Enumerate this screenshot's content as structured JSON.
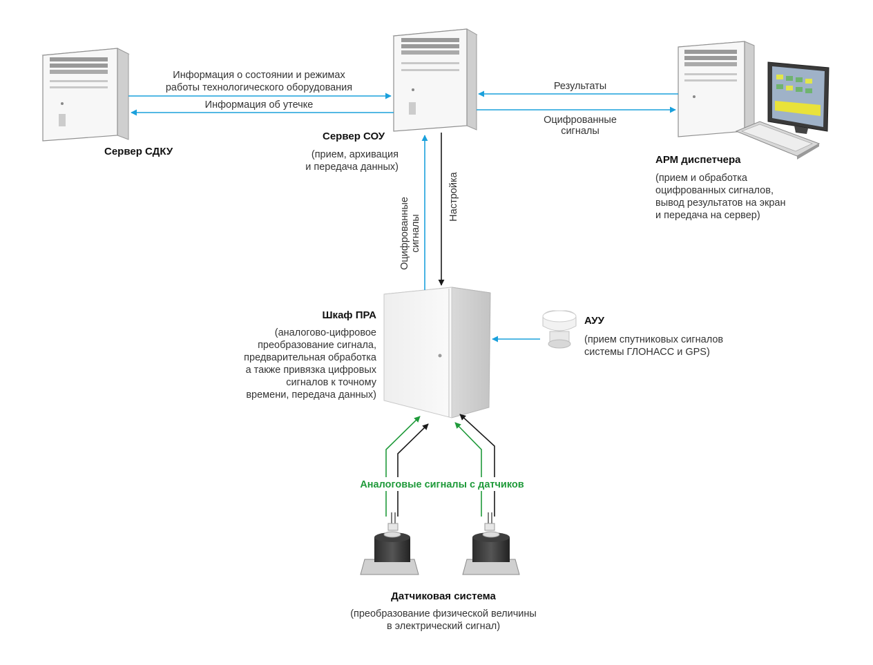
{
  "arrows": {
    "sdku_info_line1": "Информация о состоянии и режимах",
    "sdku_info_line2": "работы технологического оборудования",
    "leak_info": "Информация об утечке",
    "results": "Результаты",
    "digitized_h_line1": "Оцифрованные",
    "digitized_h_line2": "сигналы",
    "digitized_v_line1": "Оцифрованные",
    "digitized_v_line2": "сигналы",
    "setup": "Настройка",
    "analog": "Аналоговые сигналы с датчиков"
  },
  "nodes": {
    "sdku": {
      "title": "Сервер СДКУ"
    },
    "sou": {
      "title": "Сервер СОУ",
      "desc_line1": "(прием, архивация",
      "desc_line2": "и передача данных)"
    },
    "arm": {
      "title": "АРМ диспетчера",
      "desc_line1": "(прием и обработка",
      "desc_line2": "оцифрованных сигналов,",
      "desc_line3": "вывод результатов на экран",
      "desc_line4": "и передача на сервер)"
    },
    "pra": {
      "title": "Шкаф ПРА",
      "desc_line1": "(аналогово-цифровое",
      "desc_line2": "преобразование сигнала,",
      "desc_line3": "предварительная обработка",
      "desc_line4": "а также привязка  цифровых",
      "desc_line5": "сигналов к точному",
      "desc_line6": "времени, передача данных)"
    },
    "auu": {
      "title": "АУУ",
      "desc_line1": "(прием спутниковых сигналов",
      "desc_line2": "системы ГЛОНАСС  и GPS)"
    },
    "sensors": {
      "title": "Датчиковая система",
      "desc_line1": "(преобразование физической величины",
      "desc_line2": "в электрический сигнал)"
    }
  },
  "colors": {
    "blue_arrow": "#1aa0dc",
    "black_arrow": "#1a1a1a",
    "green_arrow": "#1f9a3a"
  },
  "icons": {
    "server": "tower-server-icon",
    "workstation": "monitor-keyboard-icon",
    "cabinet": "equipment-cabinet-icon",
    "antenna": "gps-antenna-icon",
    "sensor": "pressure-sensor-icon"
  }
}
